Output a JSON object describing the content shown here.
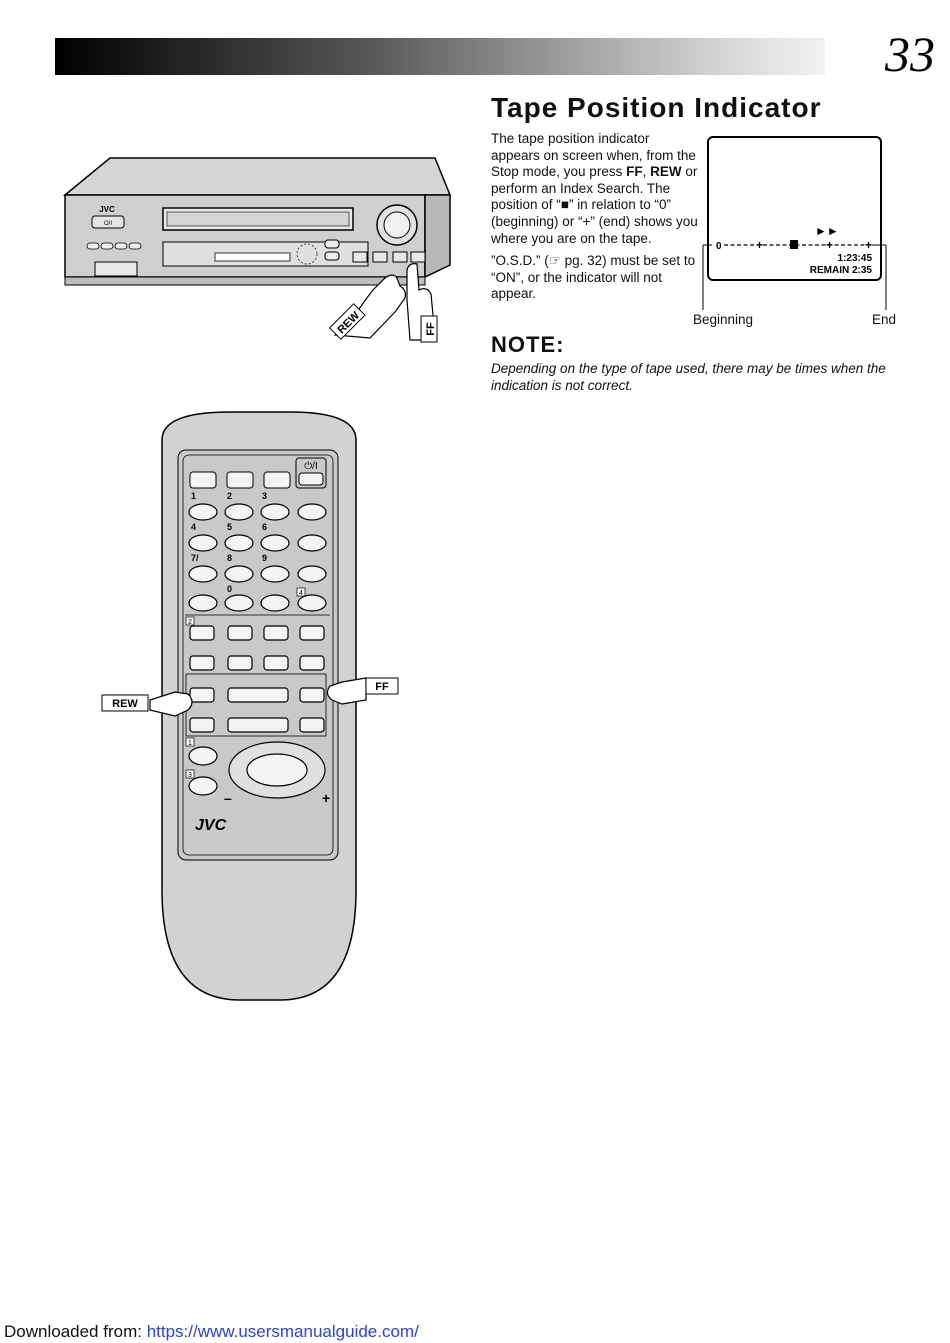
{
  "page_number": "33",
  "title": "Tape Position Indicator",
  "body": {
    "p1_a": "The tape position indicator appears on screen when, from the Stop mode, you press ",
    "p1_ff": "FF",
    "p1_b": ", ",
    "p1_rew": "REW",
    "p1_c": " or perform an Index Search. The position of “■” in relation to “0” (beginning) or “+” (end) shows you where you are on the tape.",
    "p2_a": "”O.S.D.” (",
    "p2_ref_icon": "☞",
    "p2_b": " pg. 32) must be set to “ON”, or the indicator will not appear."
  },
  "osd": {
    "play_symbol": "►►",
    "zero": "0",
    "time": "1:23:45",
    "remain": "REMAIN 2:35",
    "beginning_label": "Beginning",
    "end_label": "End"
  },
  "note": {
    "heading": "NOTE:",
    "text": "Depending on the type of tape used, there may be times when the indication is not correct."
  },
  "vcr": {
    "brand": "JVC",
    "power_label": "O/I",
    "rew_label": "REW",
    "ff_label": "FF"
  },
  "remote": {
    "brand": "JVC",
    "power_symbol": "⏻/I",
    "digits": [
      "1",
      "2",
      "3",
      "4",
      "5",
      "6",
      "7/",
      "8",
      "9",
      "0"
    ],
    "rew_callout": "REW",
    "ff_callout": "FF",
    "box_labels": [
      "2",
      "4",
      "1",
      "3"
    ],
    "minus": "–",
    "plus": "+"
  },
  "footer": {
    "prefix": "Downloaded from: ",
    "link": "https://www.usersmanualguide.com/"
  }
}
